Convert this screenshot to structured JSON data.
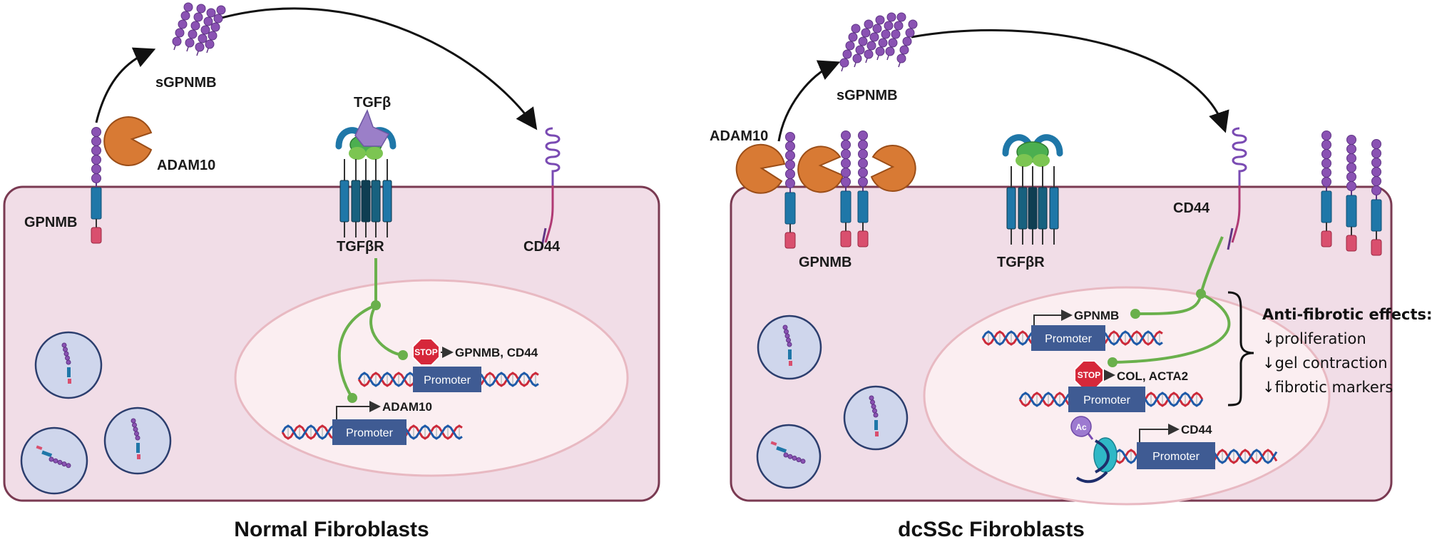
{
  "left_panel": {
    "title": "Normal Fibroblasts",
    "labels": {
      "sgpnmb": "sGPNMB",
      "adam10": "ADAM10",
      "gpnmb": "GPNMB",
      "tgfb": "TGFβ",
      "tgfbr": "TGFβR",
      "cd44": "CD44"
    },
    "nucleus": {
      "stop_text": "STOP",
      "stop_target": "GPNMB, CD44",
      "promoter_1": "Promoter",
      "promoter_2": "Promoter",
      "gene_2": "ADAM10"
    }
  },
  "right_panel": {
    "title": "dcSSc Fibroblasts",
    "labels": {
      "sgpnmb": "sGPNMB",
      "adam10": "ADAM10",
      "gpnmb": "GPNMB",
      "tgfbr": "TGFβR",
      "cd44": "CD44"
    },
    "nucleus": {
      "gene_1": "GPNMB",
      "promoter_1": "Promoter",
      "stop_text": "STOP",
      "stop_target": "COL, ACTA2",
      "promoter_2": "Promoter",
      "acetyl_text": "Ac",
      "gene_3": "CD44",
      "promoter_3": "Promoter"
    },
    "effects": {
      "heading": "Anti-fibrotic effects:",
      "items": [
        "↓proliferation",
        "↓gel contraction",
        "↓fibrotic markers"
      ]
    }
  },
  "colors": {
    "cell_fill": "#f1dde7",
    "cell_border": "#7a3a52",
    "nucleus_fill": "#fbeef1",
    "promoter": "#3f5b93",
    "gpnmb_bead": "#8a52b3",
    "receptor_blue": "#1f77a8",
    "tail_pink": "#d94f6e",
    "adam10": "#d87a34",
    "signal_green": "#6ab04c",
    "stop_red": "#d6283a",
    "dna_red": "#cc2a3a",
    "dna_blue": "#1e5aa8"
  }
}
